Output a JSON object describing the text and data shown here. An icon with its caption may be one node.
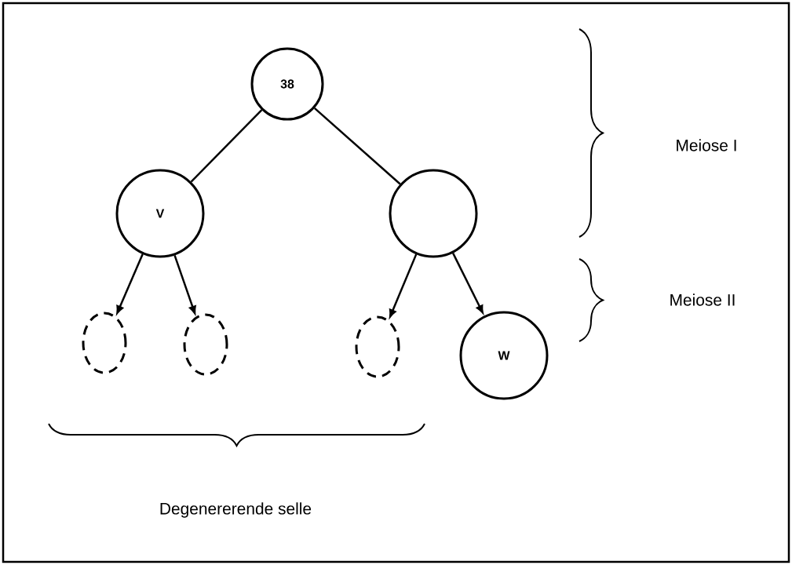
{
  "diagram": {
    "nodes": [
      {
        "text": [
          "38"
        ]
      },
      {
        "text": [
          "V"
        ]
      },
      {
        "text": [],
        "shape": "circle"
      },
      {
        "text": [],
        "shape": "circle"
      },
      {
        "text": [],
        "shape": "circle"
      },
      {
        "text": [],
        "shape": "circle"
      },
      {
        "text": [
          "W"
        ]
      }
    ],
    "edges": [
      {
        "from": 0,
        "to": 1,
        "arrow": "none"
      },
      {
        "from": 0,
        "to": 2,
        "arrow": "none"
      },
      {
        "from": 1,
        "to": 3,
        "arrow": "to"
      },
      {
        "from": 1,
        "to": 4,
        "arrow": "to"
      },
      {
        "from": 2,
        "to": 5,
        "arrow": "to"
      },
      {
        "from": 2,
        "to": 6,
        "arrow": "to"
      }
    ],
    "labels": [
      "Meiose I",
      "Meiose II",
      "Degenererende selle"
    ]
  }
}
